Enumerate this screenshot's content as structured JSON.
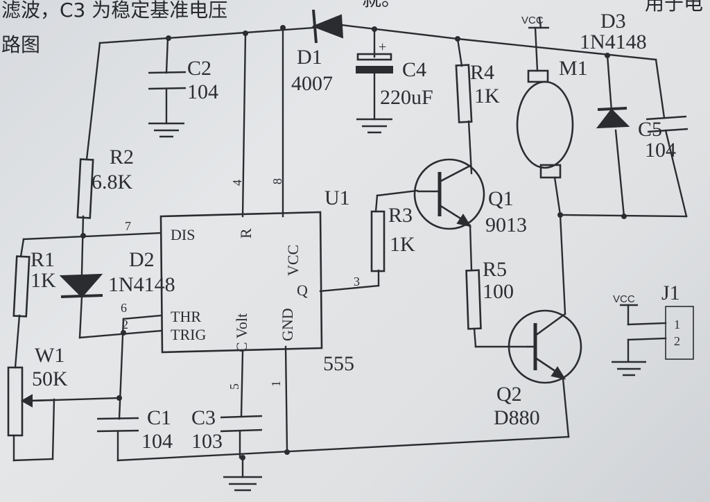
{
  "header_text": {
    "line1": "滤波，C3 为稳定基准电压",
    "line1_tail": "就。",
    "line1_right": "用于电",
    "line2": "路图"
  },
  "components": {
    "C2": {
      "ref": "C2",
      "value": "104"
    },
    "C4": {
      "ref": "C4",
      "value": "220uF",
      "polarity": "+"
    },
    "D1": {
      "ref": "D1",
      "value": "4007"
    },
    "R4": {
      "ref": "R4",
      "value": "1K"
    },
    "M1": {
      "ref": "M1"
    },
    "D3": {
      "ref": "D3",
      "value": "1N4148"
    },
    "C5": {
      "ref": "C5",
      "value": "104"
    },
    "R2": {
      "ref": "R2",
      "value": "6.8K"
    },
    "U1": {
      "ref": "U1",
      "value": "555",
      "pins": {
        "dis": "DIS",
        "r": "R",
        "vcc": "VCC",
        "thr": "THR",
        "trig": "TRIG",
        "cvolt": "C Volt",
        "gnd": "GND",
        "q": "Q"
      }
    },
    "R1": {
      "ref": "R1",
      "value": "1K"
    },
    "D2": {
      "ref": "D2",
      "value": "1N4148"
    },
    "R3": {
      "ref": "R3",
      "value": "1K"
    },
    "Q1": {
      "ref": "Q1",
      "value": "9013"
    },
    "R5": {
      "ref": "R5",
      "value": "100"
    },
    "Q2": {
      "ref": "Q2",
      "value": "D880"
    },
    "W1": {
      "ref": "W1",
      "value": "50K"
    },
    "C1": {
      "ref": "C1",
      "value": "104"
    },
    "C3": {
      "ref": "C3",
      "value": "103"
    },
    "J1": {
      "ref": "J1",
      "pin1": "1",
      "pin2": "2"
    }
  },
  "pin_numbers": {
    "p1": "1",
    "p2": "2",
    "p3": "3",
    "p4": "4",
    "p5": "5",
    "p6": "6",
    "p7": "7",
    "p8": "8"
  },
  "supply_labels": {
    "vcc_motor": "VCC",
    "vcc_jack": "VCC"
  }
}
